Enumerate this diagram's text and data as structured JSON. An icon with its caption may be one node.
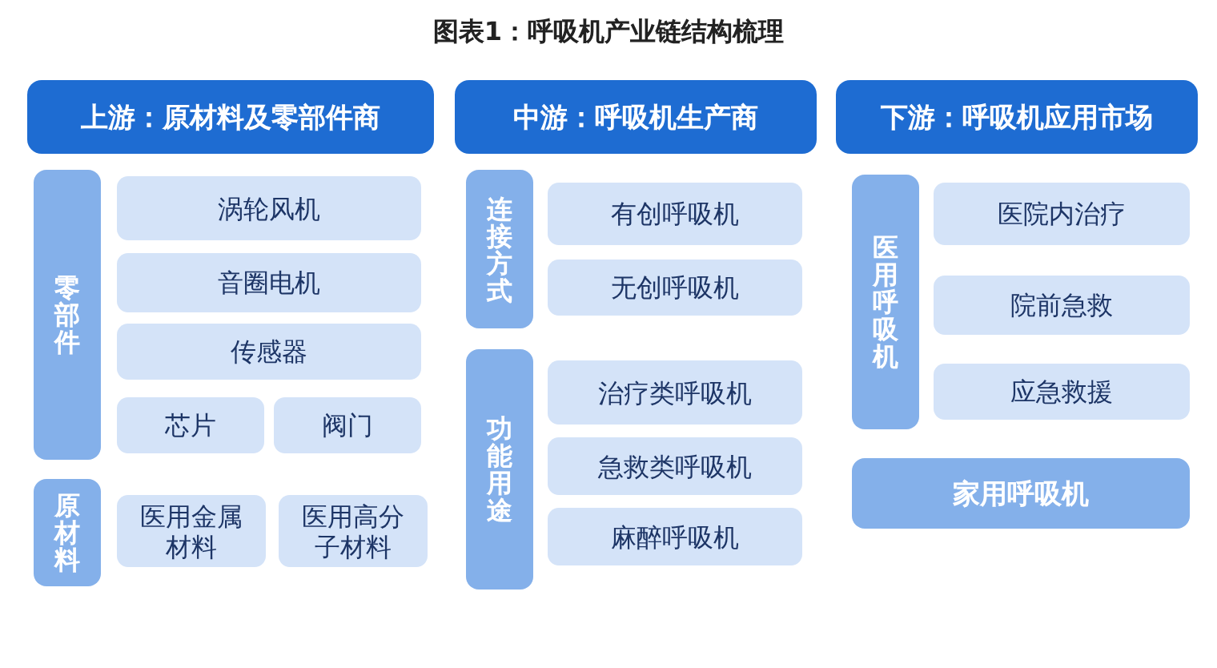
{
  "diagram": {
    "title": "图表1：呼吸机产业链结构梳理",
    "nodes": [
      {
        "text": [
          "上游：原材料及零部件商"
        ]
      },
      {
        "text": [
          "中游：呼吸机生产商"
        ]
      },
      {
        "text": [
          "下游：呼吸机应用市场"
        ]
      },
      {
        "text": [
          "零部件"
        ]
      },
      {
        "text": [
          "涡轮风机"
        ]
      },
      {
        "text": [
          "音圈电机"
        ]
      },
      {
        "text": [
          "传感器"
        ]
      },
      {
        "text": [
          "芯片"
        ]
      },
      {
        "text": [
          "阀门"
        ]
      },
      {
        "text": [
          "原材料"
        ]
      },
      {
        "text": [
          "医用金属材料"
        ]
      },
      {
        "text": [
          "医用高分子材料"
        ]
      },
      {
        "text": [
          "连接方式"
        ]
      },
      {
        "text": [
          "有创呼吸机"
        ]
      },
      {
        "text": [
          "无创呼吸机"
        ]
      },
      {
        "text": [
          "功能用途"
        ]
      },
      {
        "text": [
          "治疗类呼吸机"
        ]
      },
      {
        "text": [
          "急救类呼吸机"
        ]
      },
      {
        "text": [
          "麻醉呼吸机"
        ]
      },
      {
        "text": [
          "医用呼吸机"
        ]
      },
      {
        "text": [
          "医院内治疗"
        ]
      },
      {
        "text": [
          "院前急救"
        ]
      },
      {
        "text": [
          "应急救援"
        ]
      },
      {
        "text": [
          "家用呼吸机"
        ]
      }
    ]
  }
}
